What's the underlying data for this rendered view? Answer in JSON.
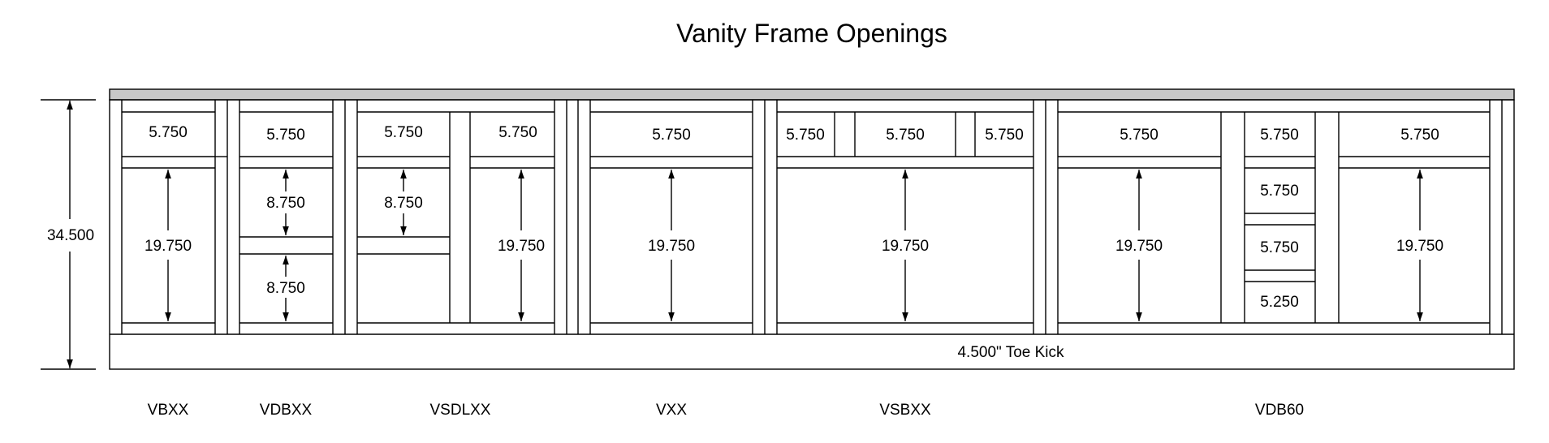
{
  "title": "Vanity Frame Openings",
  "overall_height": "34.500",
  "toe_kick": "4.500\" Toe Kick",
  "cabinets": [
    {
      "name": "VBXX",
      "openings": [
        {
          "value": "5.750"
        },
        {
          "value": "19.750"
        }
      ]
    },
    {
      "name": "VDBXX",
      "openings": [
        {
          "value": "5.750"
        },
        {
          "value": "8.750"
        },
        {
          "value": "8.750"
        }
      ]
    },
    {
      "name": "VSDLXX",
      "openings": [
        {
          "value": "5.750"
        },
        {
          "value": "8.750"
        },
        {
          "value": "5.750"
        },
        {
          "value": "19.750"
        }
      ]
    },
    {
      "name": "VXX",
      "openings": [
        {
          "value": "5.750"
        },
        {
          "value": "19.750"
        }
      ]
    },
    {
      "name": "VSBXX",
      "openings": [
        {
          "value": "5.750"
        },
        {
          "value": "5.750"
        },
        {
          "value": "5.750"
        },
        {
          "value": "19.750"
        }
      ]
    },
    {
      "name": "VDB60",
      "openings": [
        {
          "value": "5.750"
        },
        {
          "value": "19.750"
        },
        {
          "value": "5.750"
        },
        {
          "value": "5.750"
        },
        {
          "value": "5.750"
        },
        {
          "value": "5.250"
        },
        {
          "value": "5.750"
        },
        {
          "value": "19.750"
        }
      ]
    }
  ]
}
